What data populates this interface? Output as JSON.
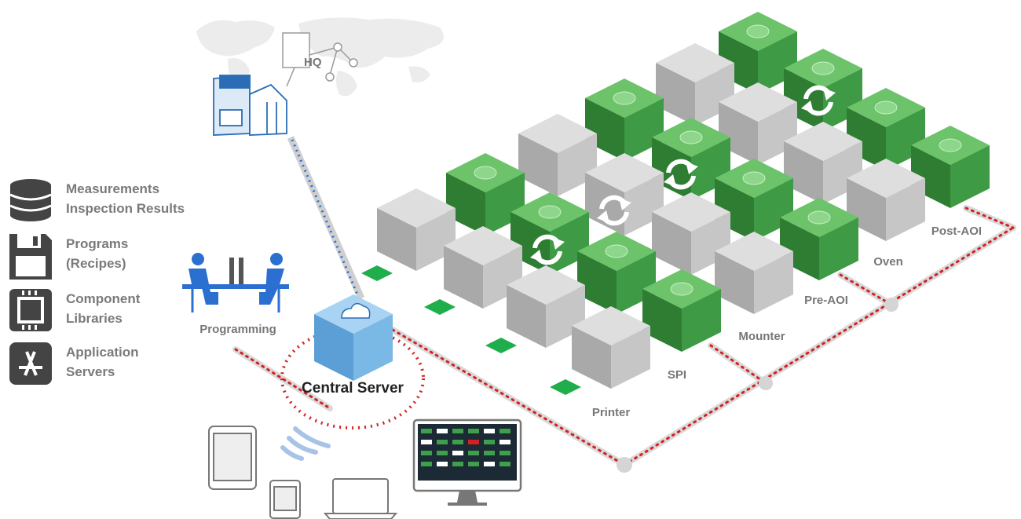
{
  "colors": {
    "green_top": "#6cc36a",
    "green_left": "#2e7d32",
    "green_right": "#3e9a44",
    "gray_top": "#dedede",
    "gray_left": "#a9a9a9",
    "gray_right": "#c6c6c6",
    "server_top": "#a9d3f2",
    "server_left": "#5b9fd6",
    "server_right": "#7ab8e6",
    "network_red": "#d42020",
    "network_blue": "#2b6fd0",
    "label_gray": "#777777"
  },
  "hq": {
    "label": "HQ"
  },
  "central": {
    "label": "Central Server"
  },
  "programming": {
    "label": "Programming"
  },
  "legend": [
    {
      "icon": "database-icon",
      "lines": [
        "Measurements",
        "Inspection Results"
      ]
    },
    {
      "icon": "floppy-disk-icon",
      "lines": [
        "Programs",
        "(Recipes)"
      ]
    },
    {
      "icon": "chip-icon",
      "lines": [
        "Component",
        "Libraries"
      ]
    },
    {
      "icon": "app-store-icon",
      "lines": [
        "Application",
        "Servers"
      ]
    }
  ],
  "stations": {
    "printer": "Printer",
    "spi": "SPI",
    "mounter": "Mounter",
    "pre_aoi": "Pre-AOI",
    "oven": "Oven",
    "post_aoi": "Post-AOI"
  }
}
